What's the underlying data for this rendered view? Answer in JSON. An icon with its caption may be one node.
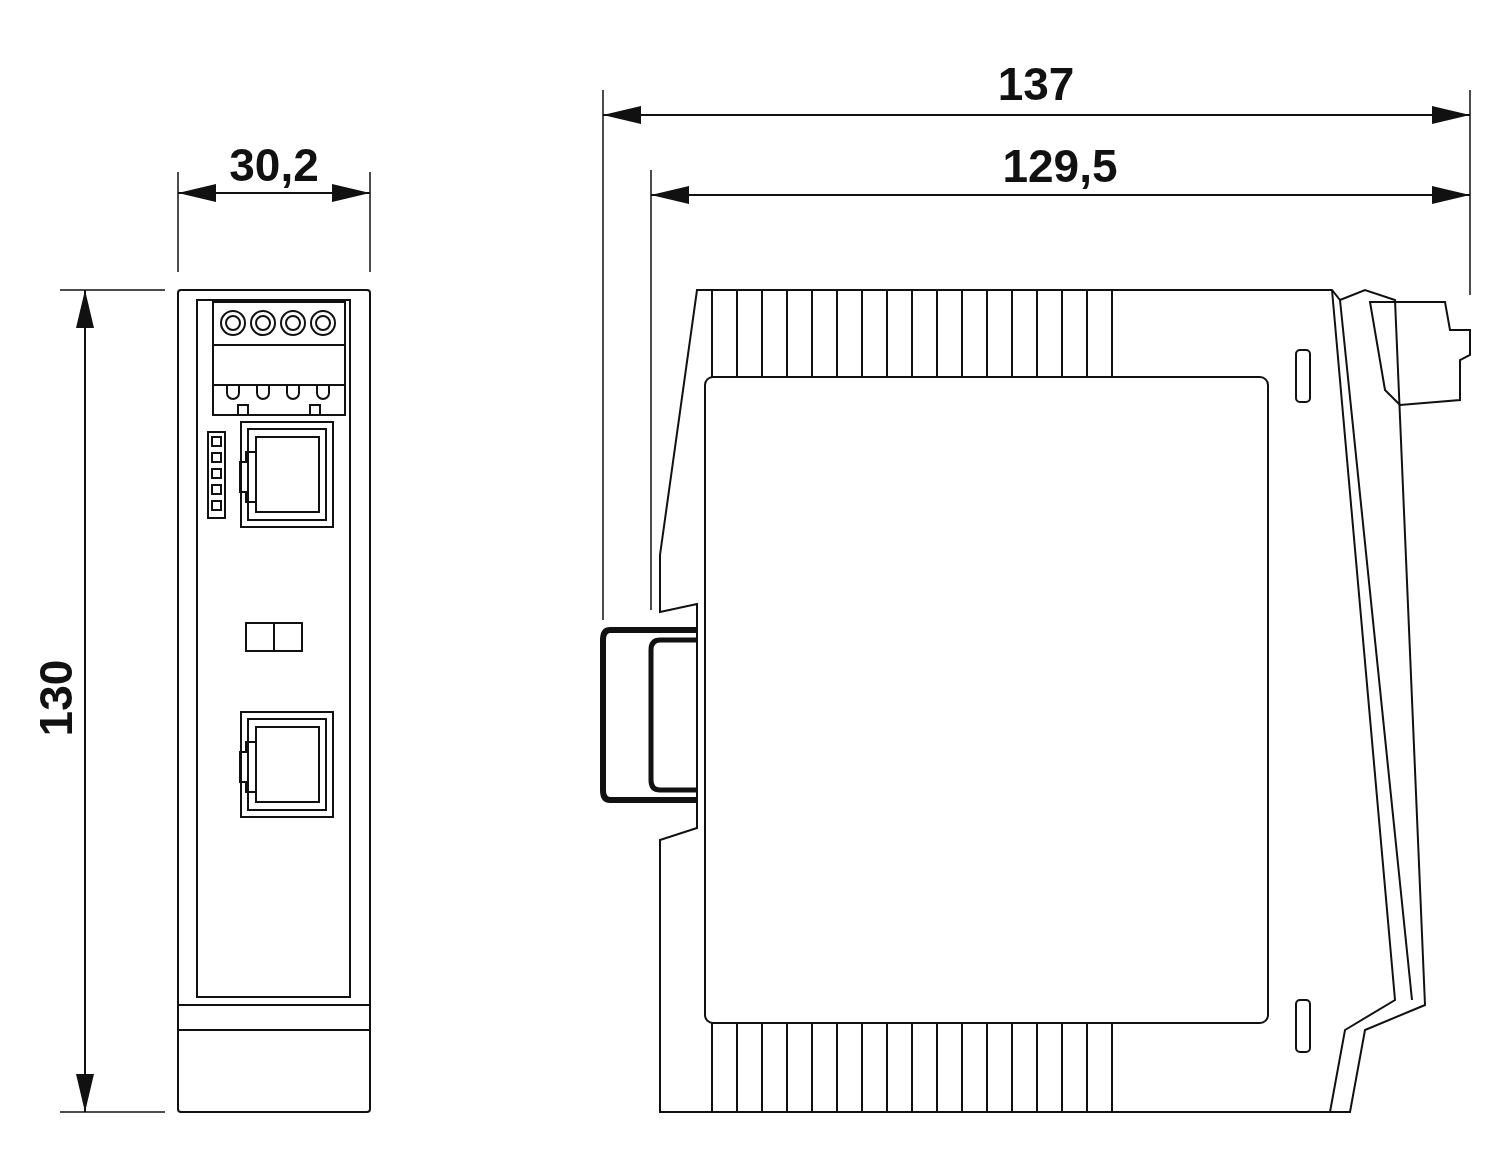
{
  "diagram": {
    "labels": [
      "137",
      "30,2",
      "129,5",
      "130"
    ]
  }
}
